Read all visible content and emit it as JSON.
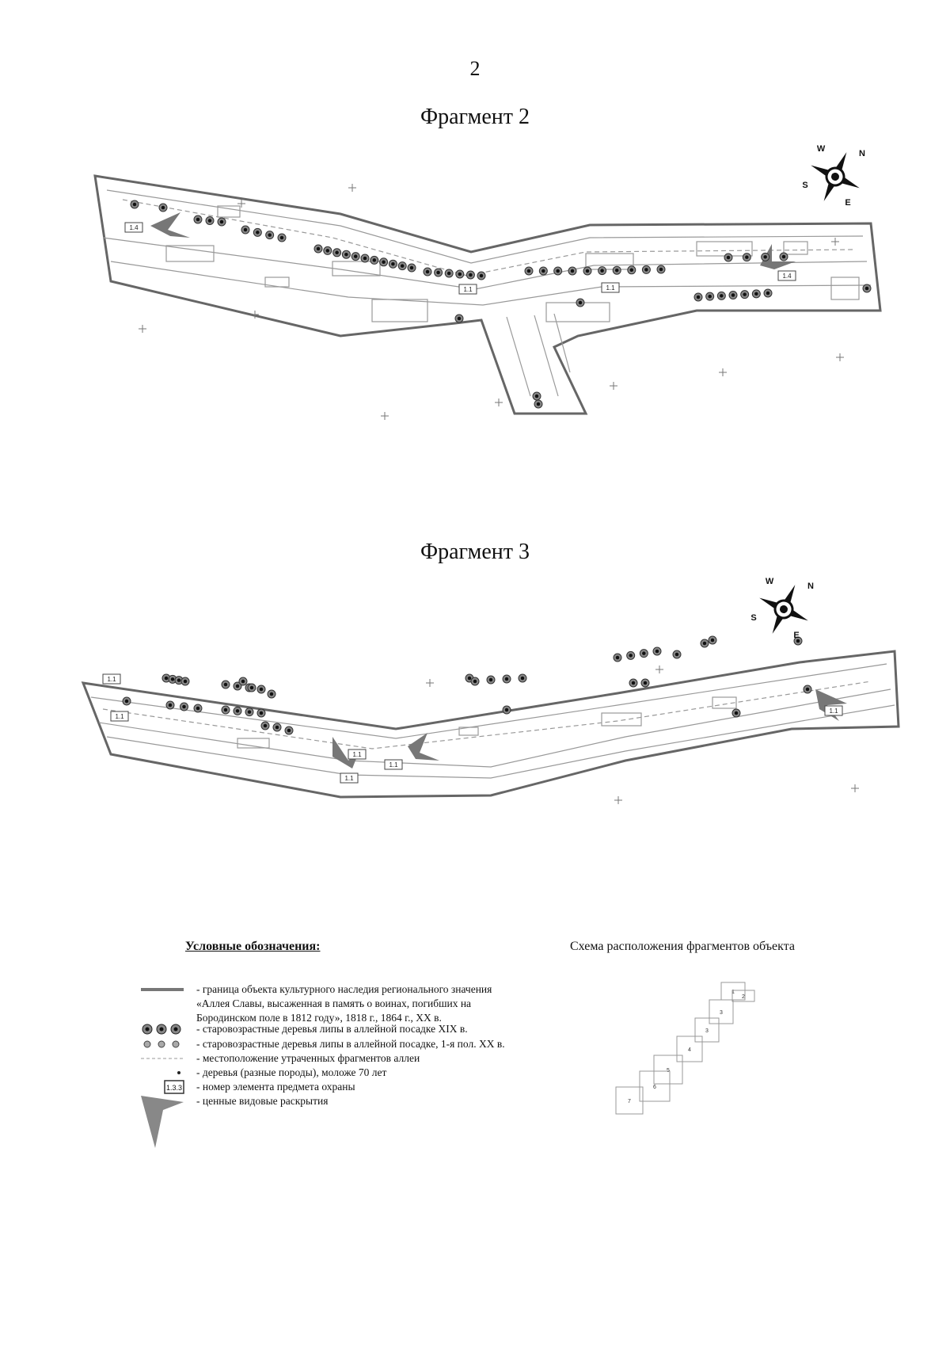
{
  "page_number": "2",
  "fragments": [
    {
      "title": "Фрагмент 2",
      "element_labels": [
        "1.4",
        "1.4",
        "1.1",
        "1.1"
      ]
    },
    {
      "title": "Фрагмент 3",
      "element_labels": [
        "1.1",
        "1.1",
        "1.1",
        "1.1",
        "1.1",
        "1.1"
      ]
    }
  ],
  "compass": {
    "n": "N",
    "e": "E",
    "s": "S",
    "w": "W"
  },
  "legend": {
    "title": "Условные обозначения:",
    "items": [
      {
        "symbol": "boundary-line",
        "lines": [
          "- граница объекта культурного наследия регионального значения",
          "«Аллея Славы, высаженная в память о воинах, погибших на",
          "Бородинском поле в 1812 году», 1818 г., 1864 г., XX в."
        ]
      },
      {
        "symbol": "old-linden-19c",
        "lines": [
          "- старовозрастные деревья липы  в аллейной посадке XIX в."
        ]
      },
      {
        "symbol": "old-linden-20c",
        "lines": [
          "- старовозрастные дeревья липы в аллейной посадке, 1-я пол. XX в."
        ]
      },
      {
        "symbol": "lost-fragments",
        "lines": [
          "- местоположение утраченных фрагментов аллеи"
        ]
      },
      {
        "symbol": "young-trees",
        "lines": [
          "- деревья (разные породы), моложе 70 лет"
        ]
      },
      {
        "symbol": "element-number",
        "badge": "1.3.3",
        "lines": [
          "- номер элемента предмета охраны"
        ]
      },
      {
        "symbol": "view-opening",
        "lines": [
          "- ценные видовые раскрытия"
        ]
      }
    ]
  },
  "scheme": {
    "title": "Схема расположения фрагментов объекта",
    "cells": [
      "1",
      "2",
      "3",
      "3",
      "4",
      "5",
      "6",
      "7"
    ]
  }
}
